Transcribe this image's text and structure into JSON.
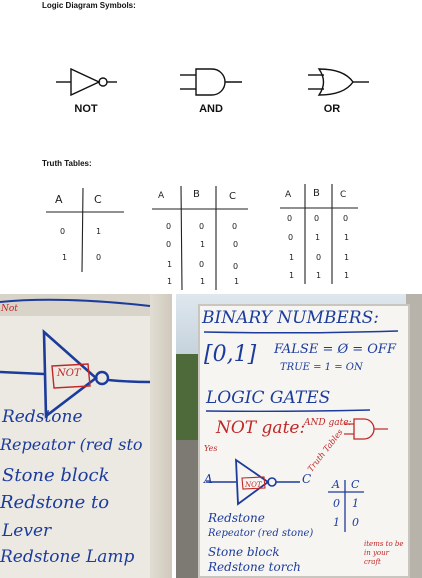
{
  "headings": {
    "symbols": "Logic Diagram Symbols:",
    "truth": "Truth Tables:"
  },
  "gates": {
    "not": "NOT",
    "and": "AND",
    "or": "OR"
  },
  "truth_tables": {
    "not": {
      "headers": [
        "A",
        "C"
      ],
      "rows": [
        [
          "0",
          "1"
        ],
        [
          "1",
          "0"
        ]
      ]
    },
    "and": {
      "headers": [
        "A",
        "B",
        "C"
      ],
      "rows": [
        [
          "0",
          "0",
          "0"
        ],
        [
          "0",
          "1",
          "0"
        ],
        [
          "1",
          "0",
          "0"
        ],
        [
          "1",
          "1",
          "1"
        ]
      ]
    },
    "or": {
      "headers": [
        "A",
        "B",
        "C"
      ],
      "rows": [
        [
          "0",
          "0",
          "0"
        ],
        [
          "0",
          "1",
          "1"
        ],
        [
          "1",
          "0",
          "1"
        ],
        [
          "1",
          "1",
          "1"
        ]
      ]
    }
  },
  "left_photo": {
    "gate_label": "NOT",
    "corner_label": "Not",
    "list": [
      "Redstone",
      "Repeator (red sto",
      "Stone block",
      "Redstone to",
      "Lever",
      "Redstone Lamp"
    ]
  },
  "right_photo": {
    "title": "BINARY NUMBERS:",
    "set": "[0,1]",
    "false_line": "FALSE = Ø = OFF",
    "true_line": "TRUE = 1 = ON",
    "subtitle": "LOGIC GATES",
    "not_gate": "NOT gate:",
    "and_gate": "AND gate:",
    "truth_tables_note": "Truth Tables",
    "input_a": "A",
    "output_c": "C",
    "gate_label": "NOT",
    "corner_label": "Yes",
    "table_headers": [
      "A",
      "C"
    ],
    "table_rows": [
      [
        "0",
        "1"
      ],
      [
        "1",
        "0"
      ]
    ],
    "list": [
      "Redstone",
      "Repeator (red stone)",
      "Stone block",
      "Redstone torch"
    ],
    "items_note": "items to be in your craft"
  }
}
